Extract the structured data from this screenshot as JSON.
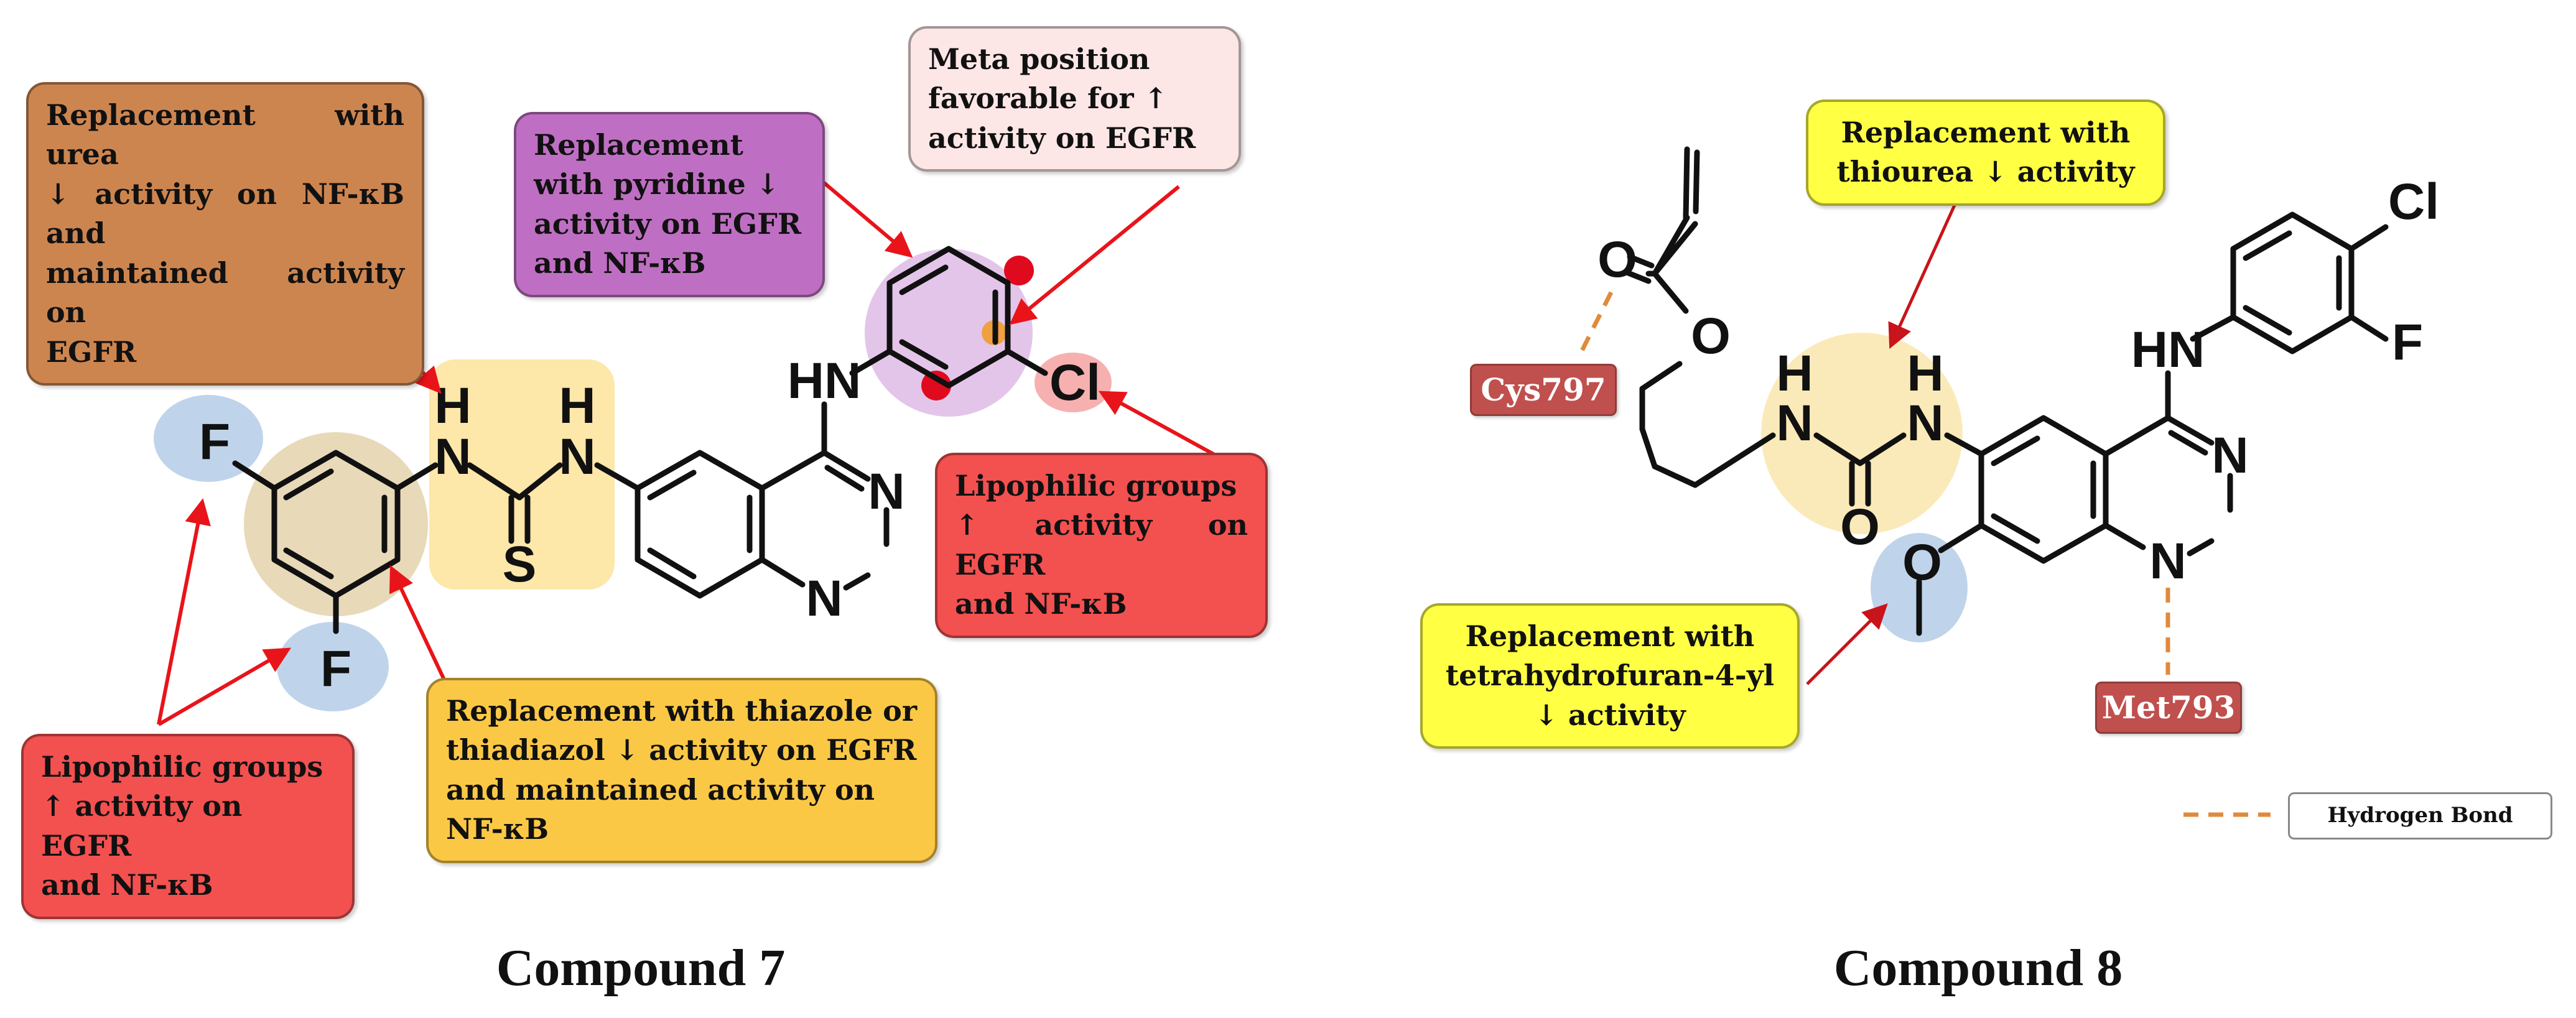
{
  "compound7": {
    "caption": "Compound 7",
    "atoms": {
      "F1": "F",
      "F2": "F",
      "H1": "H",
      "N1": "N",
      "H2": "H",
      "N2": "N",
      "S": "S",
      "HN": "HN",
      "Nq1": "N",
      "Nq2": "N",
      "Cl": "Cl"
    },
    "labels": {
      "urea": "Replacement with urea\n↓ activity on NF-κB and\nmaintained activity on\nEGFR",
      "pyridine": "Replacement\nwith pyridine ↓\nactivity on EGFR\nand NF-κB",
      "meta": "Meta position\nfavorable for ↑\nactivity on EGFR",
      "lipo_right": "Lipophilic groups\n↑ activity on EGFR\nand NF-κB",
      "lipo_left": "Lipophilic groups\n↑ activity on EGFR\nand NF-κB",
      "thiazole": "Replacement with thiazole or\nthiadiazol ↓ activity on EGFR\nand maintained activity on\nNF-κB"
    }
  },
  "compound8": {
    "caption": "Compound 8",
    "atoms": {
      "O1": "O",
      "O2": "O",
      "H1": "H",
      "N1": "N",
      "H2": "H",
      "N2": "N",
      "O3": "O",
      "O4": "O",
      "HN": "HN",
      "Nq1": "N",
      "Nq2": "N",
      "Cl": "Cl",
      "F": "F"
    },
    "residues": {
      "cys": "Cys797",
      "met": "Met793"
    },
    "labels": {
      "thiourea": "Replacement with\nthiourea ↓ activity",
      "thf": "Replacement with\ntetrahydrofuran-4-yl\n↓ activity"
    },
    "legend": "Hydrogen Bond"
  },
  "colors": {
    "orange_brown": "#cd8550",
    "purple": "#bf6fc3",
    "pink": "#fce6e6",
    "red": "#f35050",
    "amber": "#fbc846",
    "yellow": "#ffff44",
    "residue": "#c0504d",
    "hbond": "#e08a3c",
    "arrow": "#e8141a"
  }
}
